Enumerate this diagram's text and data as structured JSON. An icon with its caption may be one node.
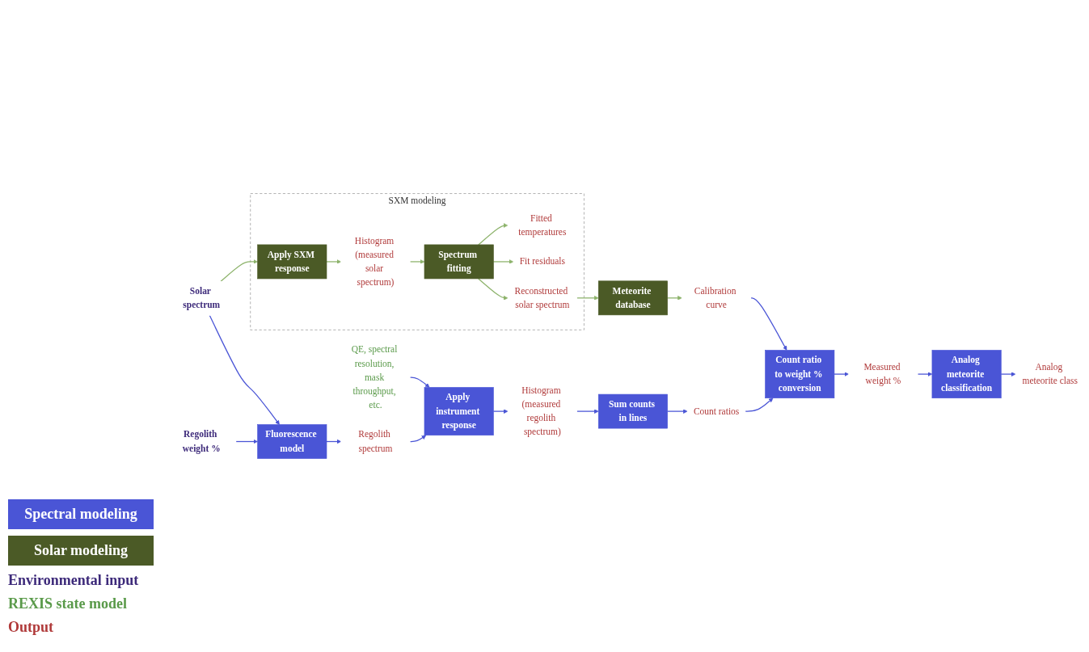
{
  "diagram": {
    "nodes": [
      {
        "text": [
          "Regolith weight %"
        ]
      },
      {
        "text": [
          "Solar spectrum"
        ]
      },
      {
        "text": [
          "Fluorescence model"
        ]
      },
      {
        "text": [
          "Regolith spectrum"
        ]
      },
      {
        "text": [
          "QE, spectral resolution, mask throughput, etc."
        ]
      },
      {
        "text": [
          "Apply instrument response"
        ]
      },
      {
        "text": [
          "Histogram (measured regolith spectrum)"
        ]
      },
      {
        "text": [
          "SXM modeling"
        ]
      },
      {
        "text": [
          "Apply SXM response"
        ],
        "in": 7
      },
      {
        "text": [
          "Histogram (measured solar spectrum)"
        ],
        "in": 7
      },
      {
        "text": [
          "Spectrum fitting"
        ],
        "in": 7
      },
      {
        "text": [
          "Reconstructed solar spectrum"
        ],
        "in": 7
      },
      {
        "text": [
          "Fit residuals"
        ],
        "in": 7
      },
      {
        "text": [
          "Fitted temperatures"
        ],
        "in": 7
      },
      {
        "text": [
          "Meteorite database"
        ]
      },
      {
        "text": [
          "Sum counts in lines"
        ]
      },
      {
        "text": [
          "Calibration curve"
        ]
      },
      {
        "text": [
          "Count ratios"
        ]
      },
      {
        "text": [
          "Count ratio to weight % conversion"
        ]
      },
      {
        "text": [
          "Measured weight %"
        ]
      },
      {
        "text": [
          "Analog meteorite classification"
        ]
      },
      {
        "text": [
          "Analog meteorite class"
        ]
      }
    ],
    "edges": [
      {
        "from": 0,
        "to": 2,
        "arrow": "to"
      },
      {
        "from": 1,
        "to": 2,
        "arrow": "to"
      },
      {
        "from": 2,
        "to": 3,
        "arrow": "to"
      },
      {
        "from": 3,
        "to": 5,
        "arrow": "to"
      },
      {
        "from": 4,
        "to": 5,
        "arrow": "to"
      },
      {
        "from": 5,
        "to": 6,
        "arrow": "to"
      },
      {
        "from": 6,
        "to": 15,
        "arrow": "to"
      },
      {
        "from": 1,
        "to": 8,
        "arrow": "to",
        "color": "#8db36b"
      },
      {
        "from": 8,
        "to": 9,
        "arrow": "to",
        "color": "#8db36b"
      },
      {
        "from": 9,
        "to": 10,
        "arrow": "to",
        "color": "#8db36b"
      },
      {
        "from": 10,
        "to": 11,
        "arrow": "to",
        "color": "#8db36b"
      },
      {
        "from": 10,
        "to": 12,
        "arrow": "to",
        "color": "#8db36b"
      },
      {
        "from": 10,
        "to": 13,
        "arrow": "to",
        "color": "#8db36b"
      },
      {
        "from": 11,
        "to": 14,
        "arrow": "to",
        "color": "#8db36b"
      },
      {
        "from": 14,
        "to": 16,
        "arrow": "to",
        "color": "#8db36b"
      },
      {
        "from": 15,
        "to": 17,
        "arrow": "to"
      },
      {
        "from": 16,
        "to": 18,
        "arrow": "to"
      },
      {
        "from": 17,
        "to": 18,
        "arrow": "to"
      },
      {
        "from": 18,
        "to": 19,
        "arrow": "to"
      },
      {
        "from": 19,
        "to": 20,
        "arrow": "to"
      },
      {
        "from": 20,
        "to": 21,
        "arrow": "to"
      }
    ],
    "legend": [
      {
        "text": "Spectral modeling",
        "color": "#4a55d6"
      },
      {
        "text": "Solar modeling",
        "color": "#4b5a26"
      },
      {
        "text": "Environmental input",
        "color": "#3d2a7a"
      },
      {
        "text": "REXIS state model",
        "color": "#5a9a4a"
      },
      {
        "text": "Output",
        "color": "#b03a3a"
      }
    ]
  }
}
